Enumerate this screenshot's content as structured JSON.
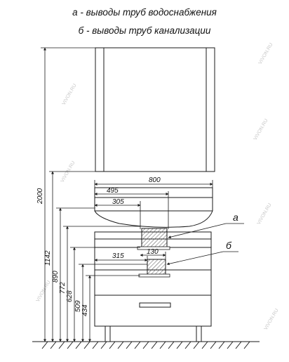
{
  "legend": {
    "line_a": "а - выводы труб водоснабжения",
    "line_b": "б - выводы труб канализации"
  },
  "heights": {
    "h2000": "2000",
    "h1142": "1142",
    "h890": "890",
    "h772": "772",
    "h628": "628",
    "h509": "509",
    "h434": "434"
  },
  "widths": {
    "w800": "800",
    "w495": "495",
    "w305": "305",
    "w130": "130",
    "w315": "315"
  },
  "markers": {
    "a": "а",
    "b": "б"
  },
  "watermark": "VIVON.RU",
  "colors": {
    "line": "#1a1a1a",
    "hatch": "#555555",
    "watermark": "#c8c8c8"
  }
}
